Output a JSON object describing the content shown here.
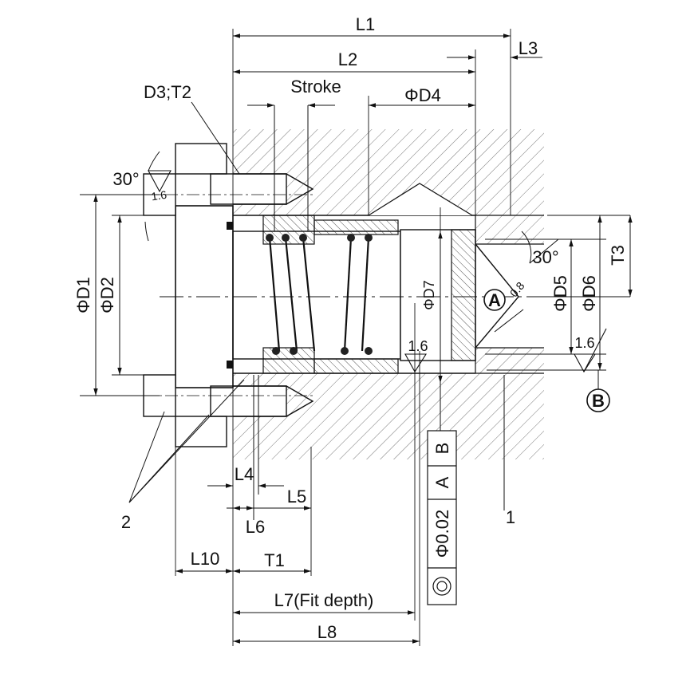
{
  "dimensions": {
    "l1": "L1",
    "l2": "L2",
    "l3": "L3",
    "stroke": "Stroke",
    "d4": "ΦD4",
    "d3_t2": "D3;T2",
    "angle_left": "30°",
    "angle_right": "30°",
    "d1": "ΦD1",
    "d2": "ΦD2",
    "d5": "ΦD5",
    "d6": "ΦD6",
    "d7": "ΦD7",
    "t3": "T3",
    "l4": "L4",
    "l5": "L5",
    "l6": "L6",
    "l10": "L10",
    "t1": "T1",
    "l7": "L7(Fit depth)",
    "l8": "L8"
  },
  "surface_finish": {
    "left": "1.6",
    "chamfer": "0.8",
    "bore": "1.6",
    "right": "1.6"
  },
  "datums": {
    "a": "A",
    "b": "B"
  },
  "tolerance_frame": {
    "value": "Φ0.02",
    "datum_1": "A",
    "datum_2": "B"
  },
  "callouts": {
    "part_1": "1",
    "part_2": "2"
  },
  "colors": {
    "line": "#111111",
    "hatch": "#666666",
    "background": "#ffffff"
  }
}
